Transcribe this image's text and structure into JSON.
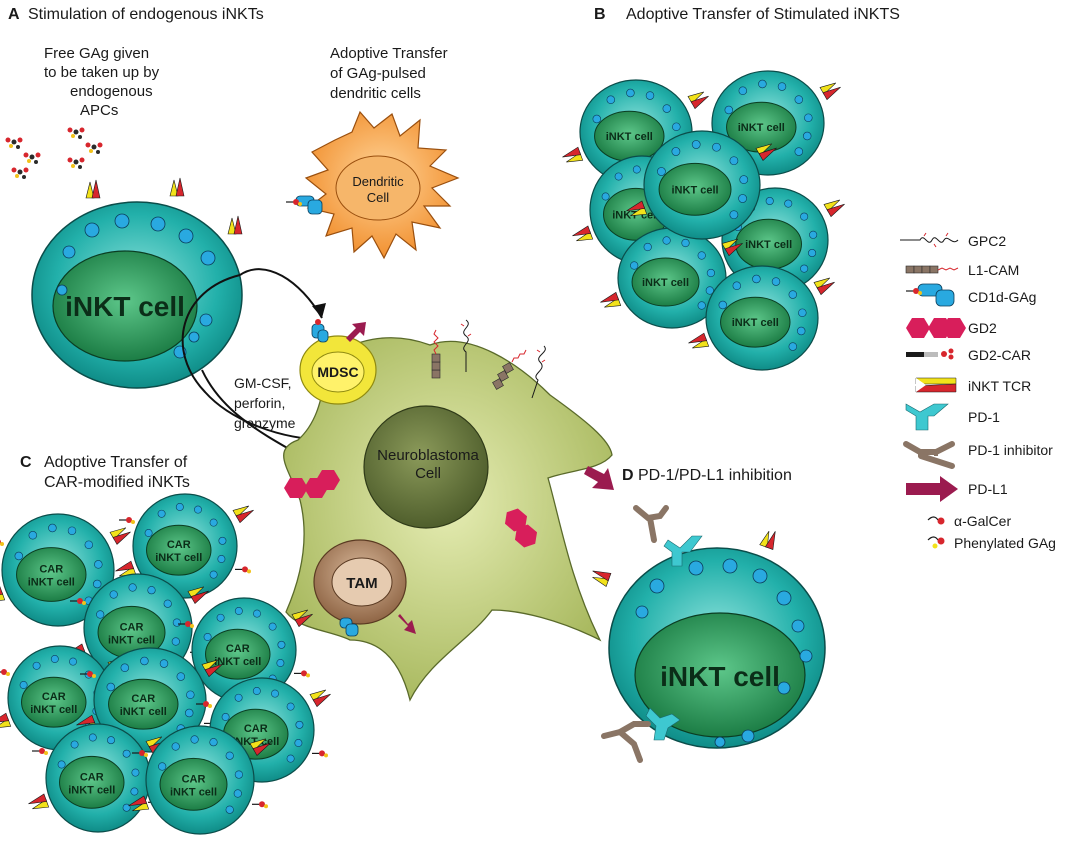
{
  "panels": {
    "a": {
      "letter": "A",
      "title": "Stimulation of endogenous iNKTs"
    },
    "b": {
      "letter": "B",
      "title": "Adoptive Transfer of Stimulated iNKTS"
    },
    "c": {
      "letter": "C",
      "title_lines": [
        "Adoptive Transfer of",
        "CAR-modified iNKTs"
      ]
    },
    "d": {
      "letter": "D",
      "title": "PD-1/PD-L1 inhibition"
    }
  },
  "notes": {
    "free_gag": [
      "Free GAg given",
      "to be taken up by",
      "endogenous",
      "APCs"
    ],
    "dc_transfer": [
      "Adoptive Transfer",
      "of GAg-pulsed",
      "dendritic cells"
    ],
    "cytokines": [
      "GM-CSF,",
      "perforin,",
      "granzyme"
    ]
  },
  "cells": {
    "inkt": "iNKT cell",
    "car_line1": "CAR",
    "car_line2": "iNKT cell",
    "dendritic": [
      "Dendritic",
      "Cell"
    ],
    "mdsc": "MDSC",
    "neuroblastoma": [
      "Neuroblastoma",
      "Cell"
    ],
    "tam": "TAM"
  },
  "legend": [
    {
      "label": "GPC2",
      "icon": "gpc2-icon"
    },
    {
      "label": "L1-CAM",
      "icon": "l1cam-icon"
    },
    {
      "label": "CD1d-GAg",
      "icon": "cd1d-gag-icon"
    },
    {
      "label": "GD2",
      "icon": "gd2-icon"
    },
    {
      "label": "GD2-CAR",
      "icon": "gd2-car-icon"
    },
    {
      "label": "iNKT TCR",
      "icon": "inkt-tcr-icon"
    },
    {
      "label": "PD-1",
      "icon": "pd1-icon"
    },
    {
      "label": "PD-1 inhibitor",
      "icon": "pd1-inhibitor-icon"
    },
    {
      "label": "PD-L1",
      "icon": "pdl1-icon"
    },
    {
      "label": "α-GalCer",
      "icon": "alpha-galcer-icon"
    },
    {
      "label": "Phenylated GAg",
      "icon": "phenylated-gag-icon"
    }
  ],
  "colors": {
    "inkt_outer": "#1aa6a1",
    "inkt_inner": "#1f8a4a",
    "vesicle": "#29a9e0",
    "neuroblastoma_body": "#b5c66a",
    "neuroblastoma_nucleus": "#5e6e35",
    "dendritic": "#f39a3a",
    "mdsc": "#f2e63a",
    "tam": "#9c7456",
    "gd2": "#d81e5b",
    "pdl1": "#9b1b4f",
    "pd1": "#3ec8d0",
    "pd1_inhibitor": "#8a7565"
  }
}
